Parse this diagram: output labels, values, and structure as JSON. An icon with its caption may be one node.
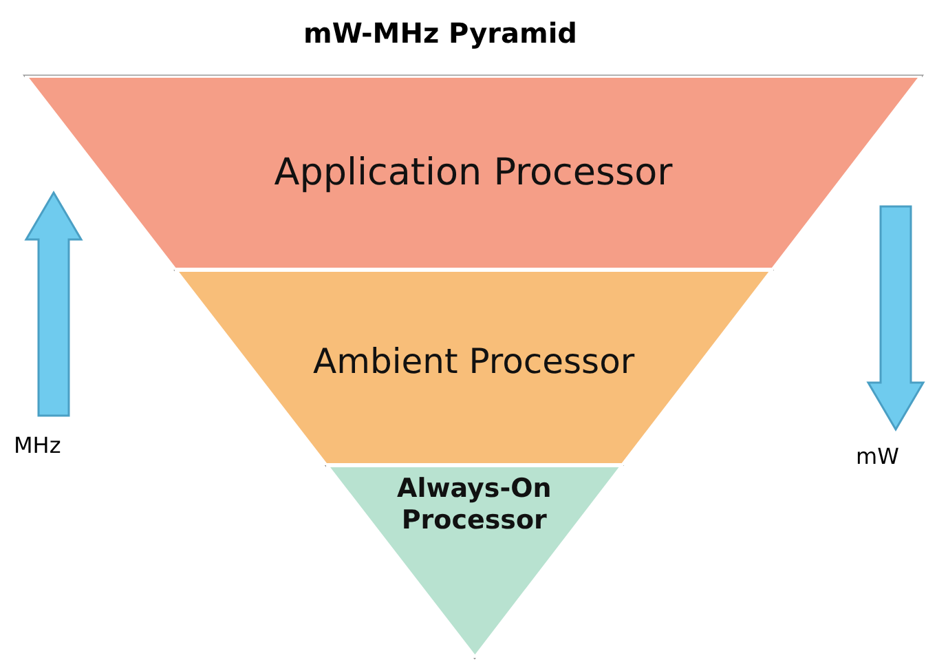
{
  "diagram": {
    "title": "mW-MHz Pyramid",
    "nodes": [
      {
        "text": [
          "Application Processor"
        ]
      },
      {
        "text": [
          "Ambient Processor"
        ]
      },
      {
        "text": [
          "Always-On Processor"
        ]
      }
    ],
    "labels": [
      "MHz",
      "mW"
    ]
  }
}
